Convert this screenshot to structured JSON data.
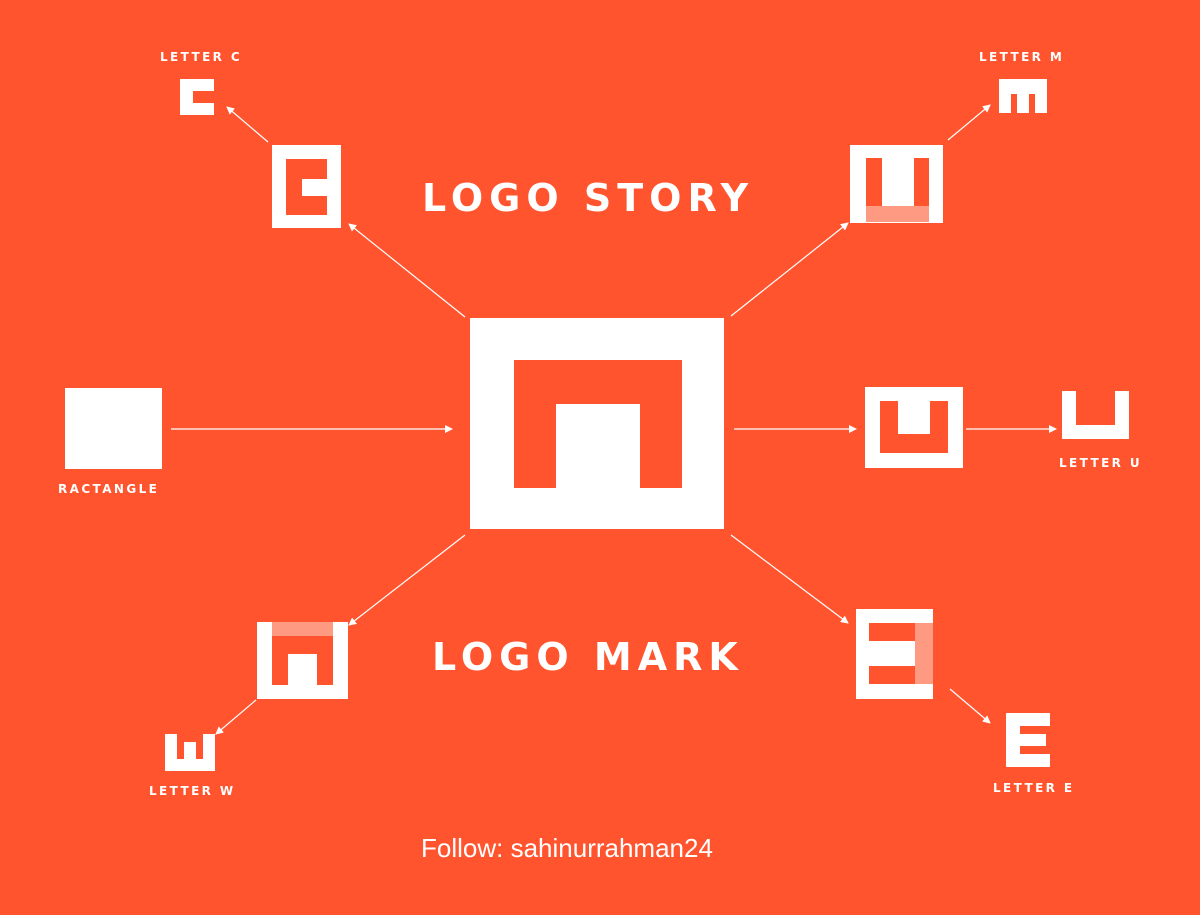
{
  "colors": {
    "background": "#FF542E",
    "foreground": "#FFFFFF",
    "highlight": "#FF9A82"
  },
  "titles": {
    "story": "LOGO STORY",
    "mark": "LOGO MARK"
  },
  "labels": {
    "rectangle": "RACTANGLE",
    "letter_c": "LETTER C",
    "letter_m": "LETTER M",
    "letter_u": "LETTER U",
    "letter_w": "LETTER W",
    "letter_e": "LETTER E"
  },
  "footer": "Follow: sahinurrahman24"
}
